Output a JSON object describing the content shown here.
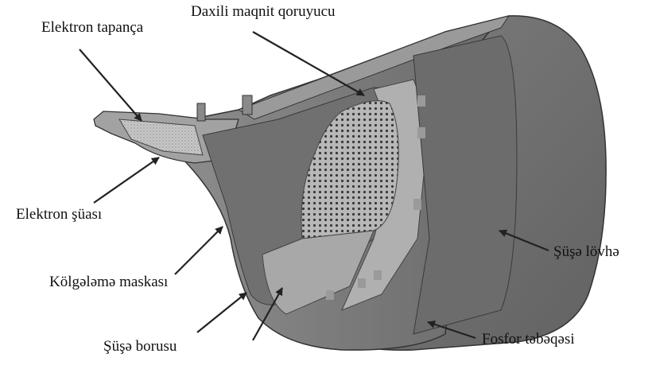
{
  "labels": {
    "electron_gun": "Elektron tapança",
    "inner_magnetic_shield": "Daxili maqnit qoruyucu",
    "electron_beam": "Elektron şüası",
    "shadow_mask": "Kölgələmə maskası",
    "glass_tube": "Şüşə borusu",
    "glass_panel": "Şüşə lövhə",
    "phosphor_layer": "Fosfor təbəqəsi"
  }
}
